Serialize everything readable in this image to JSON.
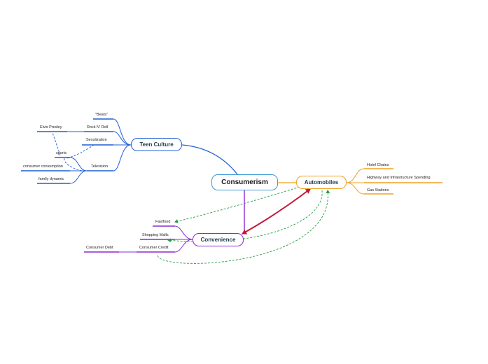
{
  "map": {
    "central": "Consumerism",
    "teen_culture": {
      "title": "Teen Culture",
      "beats": "\"Beats\"",
      "rock_n_roll": "Rock N' Roll",
      "elvis": "Elvis Presley",
      "sexulization": "Sexulization",
      "television": "Television",
      "sports": "sports",
      "consumer_consumption": "consumer consumption",
      "family_dynamic": "family dynamic"
    },
    "automobiles": {
      "title": "Automobiles",
      "hotel_chains": "Hotel Chains",
      "highway": "Highway and Infrastructure Spending",
      "gas_stations": "Gas Stations"
    },
    "convenience": {
      "title": "Convenience",
      "fastfood": "Fastfood",
      "shopping_malls": "Shopping Malls",
      "consumer_credit": "Consumer Credit",
      "consumer_debt": "Consumer Debt"
    }
  },
  "colors": {
    "central": "#3d9ad6",
    "teen_culture": "#1f5fd6",
    "automobiles": "#f0a020",
    "convenience": "#8a2bd0",
    "relationship_dashed": "#2a9a4a",
    "relationship_solid": "#c0183a"
  }
}
